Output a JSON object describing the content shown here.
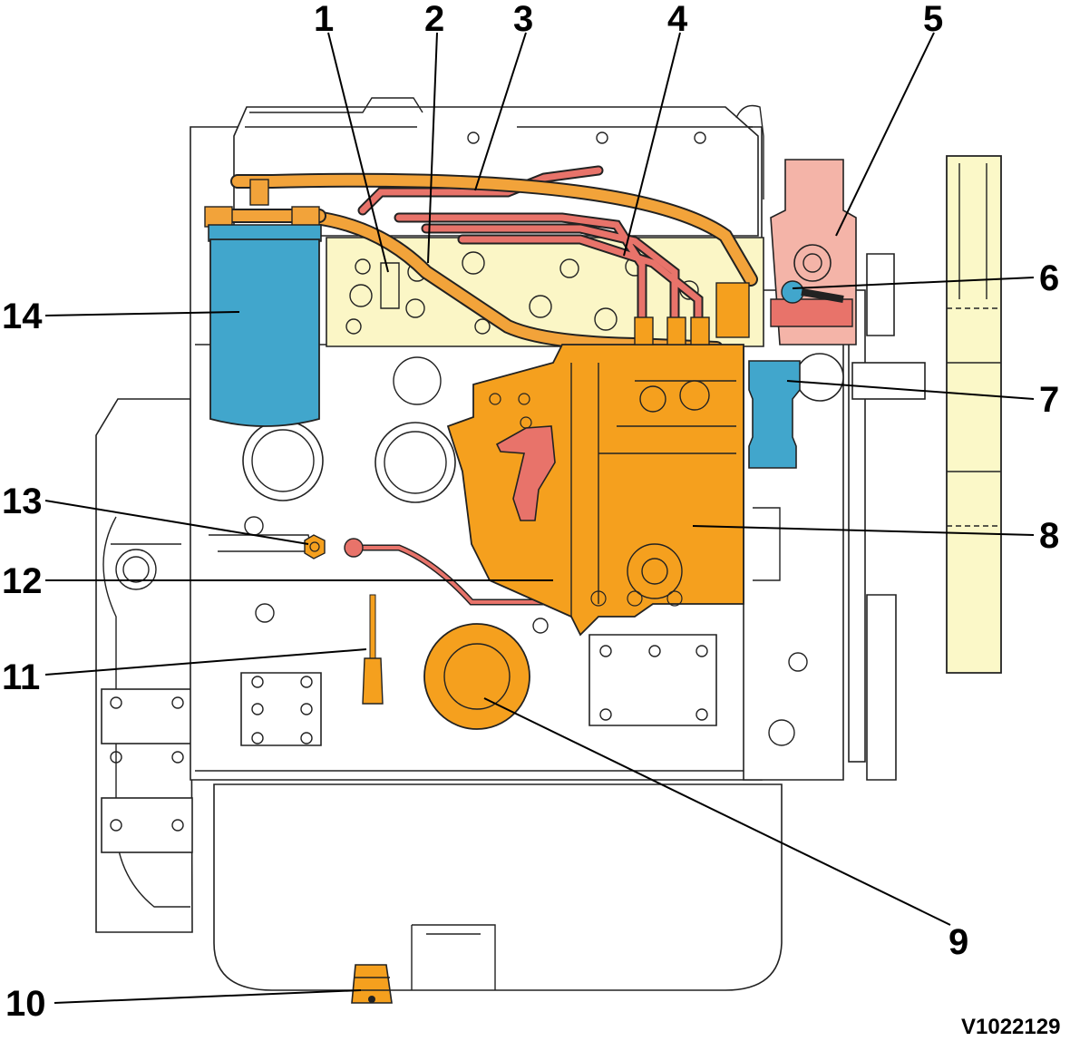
{
  "diagram": {
    "reference_code": "V1022129",
    "callouts": [
      {
        "id": "1",
        "label": "1"
      },
      {
        "id": "2",
        "label": "2"
      },
      {
        "id": "3",
        "label": "3"
      },
      {
        "id": "4",
        "label": "4"
      },
      {
        "id": "5",
        "label": "5"
      },
      {
        "id": "6",
        "label": "6"
      },
      {
        "id": "7",
        "label": "7"
      },
      {
        "id": "8",
        "label": "8"
      },
      {
        "id": "9",
        "label": "9"
      },
      {
        "id": "10",
        "label": "10"
      },
      {
        "id": "11",
        "label": "11"
      },
      {
        "id": "12",
        "label": "12"
      },
      {
        "id": "13",
        "label": "13"
      },
      {
        "id": "14",
        "label": "14"
      }
    ],
    "colors": {
      "fuel_filter": "#41a6cc",
      "fuel_pump": "#f5a01e",
      "fuel_lines": "#f2a33a",
      "injection_lines": "#e8736a",
      "thermostat_housing": "#f4b4a8",
      "cylinder_head": "#fbf6c6",
      "fan": "#fbf8c8",
      "outline": "#222222"
    }
  }
}
